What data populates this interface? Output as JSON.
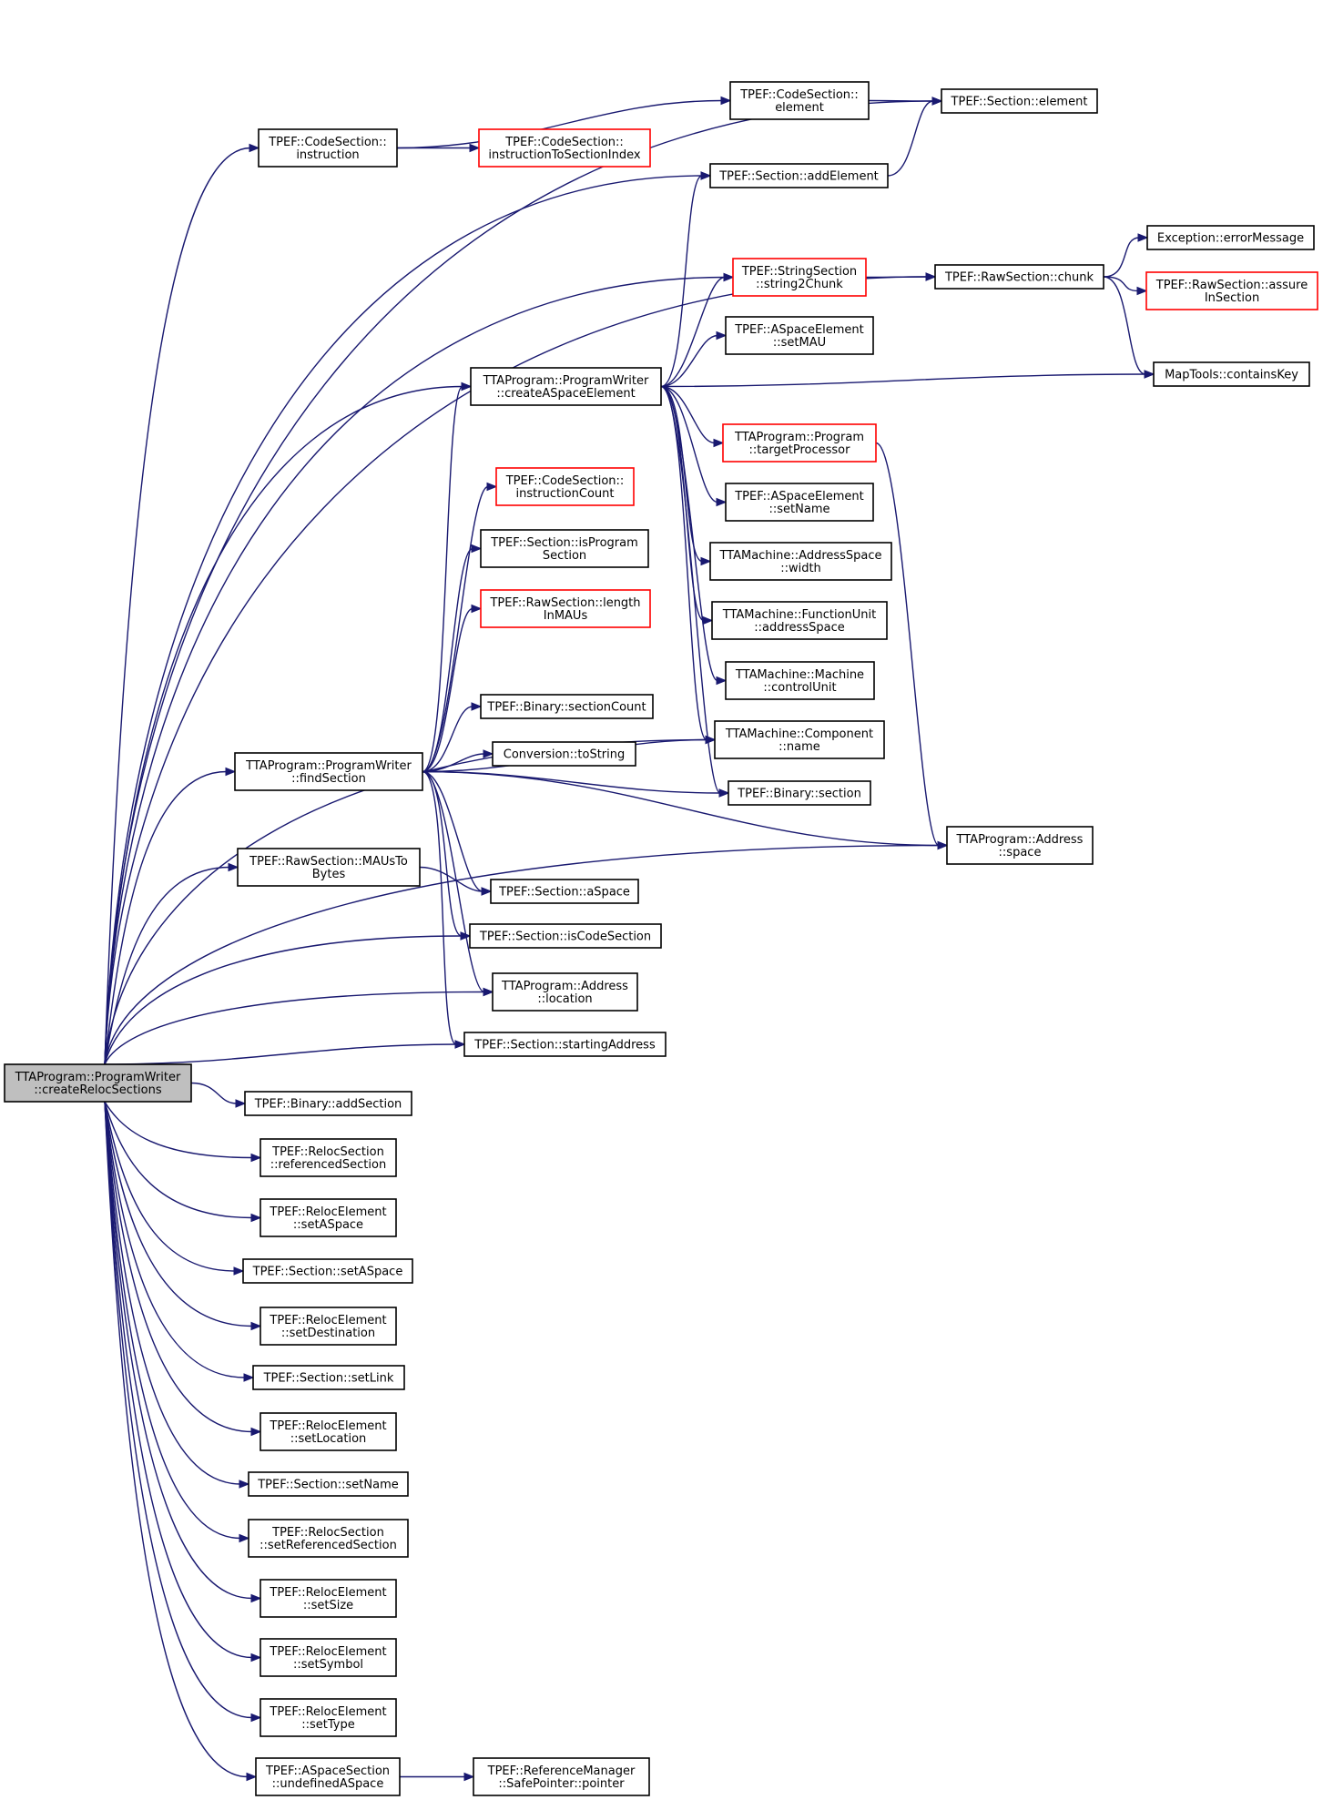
{
  "colors": {
    "edge": "#191970",
    "node_border": "#000000",
    "node_border_incomplete": "#ff0000",
    "root_fill": "#bfbfbf",
    "background": "#ffffff"
  },
  "nodes": [
    {
      "id": "createRelocSections",
      "lines": [
        "TTAProgram::ProgramWriter",
        "::createRelocSections"
      ],
      "style": "root"
    },
    {
      "id": "sectionElement",
      "lines": [
        "TPEF::Section::element"
      ],
      "style": "normal"
    },
    {
      "id": "codeSectionElement",
      "lines": [
        "TPEF::CodeSection::",
        "element"
      ],
      "style": "normal"
    },
    {
      "id": "codeSectionInstruction",
      "lines": [
        "TPEF::CodeSection::",
        "instruction"
      ],
      "style": "normal"
    },
    {
      "id": "instructionToSectionIndex",
      "lines": [
        "TPEF::CodeSection::",
        "instructionToSectionIndex"
      ],
      "style": "incomplete"
    },
    {
      "id": "addElement",
      "lines": [
        "TPEF::Section::addElement"
      ],
      "style": "normal"
    },
    {
      "id": "errorMessage",
      "lines": [
        "Exception::errorMessage"
      ],
      "style": "normal"
    },
    {
      "id": "string2Chunk",
      "lines": [
        "TPEF::StringSection",
        "::string2Chunk"
      ],
      "style": "incomplete"
    },
    {
      "id": "rawChunk",
      "lines": [
        "TPEF::RawSection::chunk"
      ],
      "style": "normal"
    },
    {
      "id": "assureInSection",
      "lines": [
        "TPEF::RawSection::assure",
        "InSection"
      ],
      "style": "incomplete"
    },
    {
      "id": "setMAU",
      "lines": [
        "TPEF::ASpaceElement",
        "::setMAU"
      ],
      "style": "normal"
    },
    {
      "id": "containsKey",
      "lines": [
        "MapTools::containsKey"
      ],
      "style": "normal"
    },
    {
      "id": "createASpaceElement",
      "lines": [
        "TTAProgram::ProgramWriter",
        "::createASpaceElement"
      ],
      "style": "normal"
    },
    {
      "id": "targetProcessor",
      "lines": [
        "TTAProgram::Program",
        "::targetProcessor"
      ],
      "style": "incomplete"
    },
    {
      "id": "instructionCount",
      "lines": [
        "TPEF::CodeSection::",
        "instructionCount"
      ],
      "style": "incomplete"
    },
    {
      "id": "aspaceSetName",
      "lines": [
        "TPEF::ASpaceElement",
        "::setName"
      ],
      "style": "normal"
    },
    {
      "id": "isProgramSection",
      "lines": [
        "TPEF::Section::isProgram",
        "Section"
      ],
      "style": "normal"
    },
    {
      "id": "addressSpaceWidth",
      "lines": [
        "TTAMachine::AddressSpace",
        "::width"
      ],
      "style": "normal"
    },
    {
      "id": "lengthInMAUs",
      "lines": [
        "TPEF::RawSection::length",
        "InMAUs"
      ],
      "style": "incomplete"
    },
    {
      "id": "fuAddressSpace",
      "lines": [
        "TTAMachine::FunctionUnit",
        "::addressSpace"
      ],
      "style": "normal"
    },
    {
      "id": "controlUnit",
      "lines": [
        "TTAMachine::Machine",
        "::controlUnit"
      ],
      "style": "normal"
    },
    {
      "id": "sectionCount",
      "lines": [
        "TPEF::Binary::sectionCount"
      ],
      "style": "normal"
    },
    {
      "id": "componentName",
      "lines": [
        "TTAMachine::Component",
        "::name"
      ],
      "style": "normal"
    },
    {
      "id": "findSection",
      "lines": [
        "TTAProgram::ProgramWriter",
        "::findSection"
      ],
      "style": "normal"
    },
    {
      "id": "toString",
      "lines": [
        "Conversion::toString"
      ],
      "style": "normal"
    },
    {
      "id": "binarySection",
      "lines": [
        "TPEF::Binary::section"
      ],
      "style": "normal"
    },
    {
      "id": "addressSpace",
      "lines": [
        "TTAProgram::Address",
        "::space"
      ],
      "style": "normal"
    },
    {
      "id": "mausToBytes",
      "lines": [
        "TPEF::RawSection::MAUsTo",
        "Bytes"
      ],
      "style": "normal"
    },
    {
      "id": "sectionASpace",
      "lines": [
        "TPEF::Section::aSpace"
      ],
      "style": "normal"
    },
    {
      "id": "isCodeSection",
      "lines": [
        "TPEF::Section::isCodeSection"
      ],
      "style": "normal"
    },
    {
      "id": "addressLocation",
      "lines": [
        "TTAProgram::Address",
        "::location"
      ],
      "style": "normal"
    },
    {
      "id": "startingAddress",
      "lines": [
        "TPEF::Section::startingAddress"
      ],
      "style": "normal"
    },
    {
      "id": "addSection",
      "lines": [
        "TPEF::Binary::addSection"
      ],
      "style": "normal"
    },
    {
      "id": "referencedSection",
      "lines": [
        "TPEF::RelocSection",
        "::referencedSection"
      ],
      "style": "normal"
    },
    {
      "id": "relocSetASpace",
      "lines": [
        "TPEF::RelocElement",
        "::setASpace"
      ],
      "style": "normal"
    },
    {
      "id": "sectionSetASpace",
      "lines": [
        "TPEF::Section::setASpace"
      ],
      "style": "normal"
    },
    {
      "id": "setDestination",
      "lines": [
        "TPEF::RelocElement",
        "::setDestination"
      ],
      "style": "normal"
    },
    {
      "id": "setLink",
      "lines": [
        "TPEF::Section::setLink"
      ],
      "style": "normal"
    },
    {
      "id": "setLocation",
      "lines": [
        "TPEF::RelocElement",
        "::setLocation"
      ],
      "style": "normal"
    },
    {
      "id": "sectionSetName",
      "lines": [
        "TPEF::Section::setName"
      ],
      "style": "normal"
    },
    {
      "id": "setReferencedSection",
      "lines": [
        "TPEF::RelocSection",
        "::setReferencedSection"
      ],
      "style": "normal"
    },
    {
      "id": "setSize",
      "lines": [
        "TPEF::RelocElement",
        "::setSize"
      ],
      "style": "normal"
    },
    {
      "id": "setSymbol",
      "lines": [
        "TPEF::RelocElement",
        "::setSymbol"
      ],
      "style": "normal"
    },
    {
      "id": "setType",
      "lines": [
        "TPEF::RelocElement",
        "::setType"
      ],
      "style": "normal"
    },
    {
      "id": "undefinedASpace",
      "lines": [
        "TPEF::ASpaceSection",
        "::undefinedASpace"
      ],
      "style": "normal"
    },
    {
      "id": "safePointer",
      "lines": [
        "TPEF::ReferenceManager",
        "::SafePointer::pointer"
      ],
      "style": "normal"
    }
  ],
  "edges": [
    [
      "createRelocSections",
      "sectionElement"
    ],
    [
      "createRelocSections",
      "codeSectionInstruction"
    ],
    [
      "createRelocSections",
      "addElement"
    ],
    [
      "createRelocSections",
      "rawChunk"
    ],
    [
      "createRelocSections",
      "string2Chunk"
    ],
    [
      "createRelocSections",
      "createASpaceElement"
    ],
    [
      "createRelocSections",
      "componentName"
    ],
    [
      "createRelocSections",
      "findSection"
    ],
    [
      "createRelocSections",
      "mausToBytes"
    ],
    [
      "createRelocSections",
      "isCodeSection"
    ],
    [
      "createRelocSections",
      "addressLocation"
    ],
    [
      "createRelocSections",
      "startingAddress"
    ],
    [
      "createRelocSections",
      "addressSpace"
    ],
    [
      "createRelocSections",
      "addSection"
    ],
    [
      "createRelocSections",
      "referencedSection"
    ],
    [
      "createRelocSections",
      "relocSetASpace"
    ],
    [
      "createRelocSections",
      "sectionSetASpace"
    ],
    [
      "createRelocSections",
      "setDestination"
    ],
    [
      "createRelocSections",
      "setLink"
    ],
    [
      "createRelocSections",
      "setLocation"
    ],
    [
      "createRelocSections",
      "sectionSetName"
    ],
    [
      "createRelocSections",
      "setReferencedSection"
    ],
    [
      "createRelocSections",
      "setSize"
    ],
    [
      "createRelocSections",
      "setSymbol"
    ],
    [
      "createRelocSections",
      "setType"
    ],
    [
      "createRelocSections",
      "undefinedASpace"
    ],
    [
      "codeSectionElement",
      "sectionElement"
    ],
    [
      "codeSectionInstruction",
      "codeSectionElement"
    ],
    [
      "codeSectionInstruction",
      "instructionToSectionIndex"
    ],
    [
      "addElement",
      "sectionElement"
    ],
    [
      "rawChunk",
      "errorMessage"
    ],
    [
      "rawChunk",
      "assureInSection"
    ],
    [
      "rawChunk",
      "containsKey"
    ],
    [
      "string2Chunk",
      "rawChunk"
    ],
    [
      "createASpaceElement",
      "addElement"
    ],
    [
      "createASpaceElement",
      "string2Chunk"
    ],
    [
      "createASpaceElement",
      "setMAU"
    ],
    [
      "createASpaceElement",
      "containsKey"
    ],
    [
      "createASpaceElement",
      "targetProcessor"
    ],
    [
      "createASpaceElement",
      "aspaceSetName"
    ],
    [
      "createASpaceElement",
      "addressSpaceWidth"
    ],
    [
      "createASpaceElement",
      "fuAddressSpace"
    ],
    [
      "createASpaceElement",
      "controlUnit"
    ],
    [
      "createASpaceElement",
      "componentName"
    ],
    [
      "createASpaceElement",
      "binarySection"
    ],
    [
      "targetProcessor",
      "addressSpace"
    ],
    [
      "findSection",
      "createASpaceElement"
    ],
    [
      "findSection",
      "instructionCount"
    ],
    [
      "findSection",
      "isProgramSection"
    ],
    [
      "findSection",
      "lengthInMAUs"
    ],
    [
      "findSection",
      "componentName"
    ],
    [
      "findSection",
      "sectionCount"
    ],
    [
      "findSection",
      "toString"
    ],
    [
      "findSection",
      "binarySection"
    ],
    [
      "findSection",
      "addressSpace"
    ],
    [
      "findSection",
      "sectionASpace"
    ],
    [
      "findSection",
      "isCodeSection"
    ],
    [
      "findSection",
      "addressLocation"
    ],
    [
      "findSection",
      "startingAddress"
    ],
    [
      "mausToBytes",
      "sectionASpace"
    ],
    [
      "undefinedASpace",
      "safePointer"
    ]
  ]
}
